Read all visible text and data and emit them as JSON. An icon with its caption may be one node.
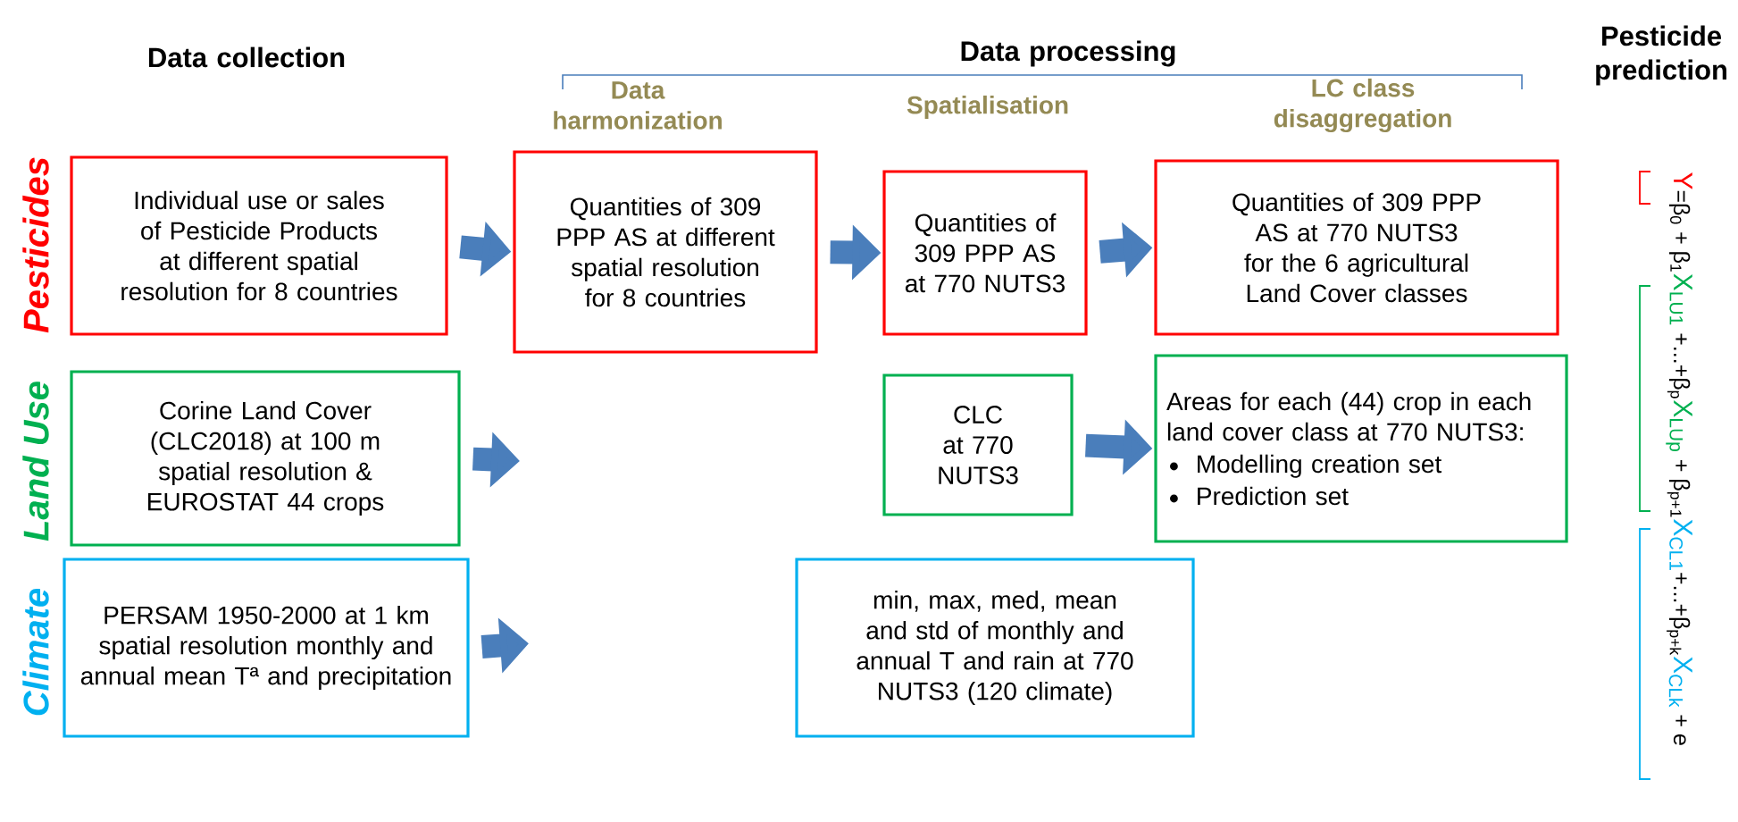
{
  "diagram": {
    "nodes": [
      {
        "text": [
          "Individual use or sales of Pesticide Products at different spatial resolution for 8 countries"
        ]
      },
      {
        "text": [
          "Quantities of 309 PPP AS at different spatial resolution for 8 countries"
        ]
      },
      {
        "text": [
          "Quantities of 309 PPP AS at 770 NUTS3"
        ]
      },
      {
        "text": [
          "Quantities of 309 PPP AS at 770 NUTS3 for the 6 agricultural Land Cover classes"
        ]
      },
      {
        "text": [
          "Corine Land Cover (CLC2018) at 100 m spatial resolution & EUROSTAT 44 crops"
        ]
      },
      {
        "text": [
          "CLC at 770 NUTS3"
        ]
      },
      {
        "text": [
          "Areas for each (44) crop in each land cover class at 770 NUTS3:",
          "Modelling creation set",
          "Prediction set"
        ]
      },
      {
        "text": [
          "PERSAM 1950-2000 at 1 km spatial resolution monthly and annual mean Tª and precipitation"
        ]
      },
      {
        "text": [
          "min, max, med, mean and std of monthly and annual T and rain at 770 NUTS3 (120 climate)"
        ]
      }
    ],
    "edges": [
      {
        "from": 0,
        "to": 1,
        "arrow": "to"
      },
      {
        "from": 1,
        "to": 2,
        "arrow": "to"
      },
      {
        "from": 2,
        "to": 3,
        "arrow": "to"
      },
      {
        "from": 4,
        "to": null,
        "arrow": "to"
      },
      {
        "from": 5,
        "to": 6,
        "arrow": "to"
      },
      {
        "from": 7,
        "to": null,
        "arrow": "to"
      }
    ],
    "labels": [
      "Data collection",
      "Data processing",
      "Pesticide prediction",
      "Data harmonization",
      "Spatialisation",
      "LC class disaggregation",
      "Pesticides",
      "Land Use",
      "Climate",
      "Y",
      "=β$_{0}$ + β$_{1}$",
      "X$_{LU1}$",
      " +...+β$_{p}$",
      "X$_{LUp}$",
      " + β$_{p+1}$",
      "X$_{CL1}$",
      "+...+β$_{p+k}$",
      "X$_{CLk}$",
      " + e"
    ]
  }
}
